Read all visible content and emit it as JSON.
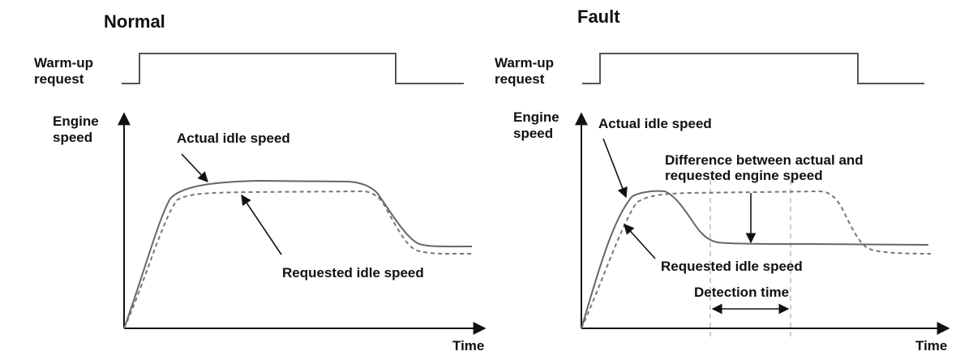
{
  "normal": {
    "title": "Normal",
    "warmup_label": [
      "Warm-up",
      "request"
    ],
    "y_label": [
      "Engine",
      "speed"
    ],
    "x_label": "Time",
    "actual_label": "Actual idle speed",
    "requested_label": "Requested idle speed"
  },
  "fault": {
    "title": "Fault",
    "warmup_label": [
      "Warm-up",
      "request"
    ],
    "y_label": [
      "Engine",
      "speed"
    ],
    "x_label": "Time",
    "actual_label": "Actual idle speed",
    "difference_label": [
      "Difference between actual and",
      "requested engine speed"
    ],
    "requested_label": "Requested idle speed",
    "detection_label": "Detection time"
  }
}
